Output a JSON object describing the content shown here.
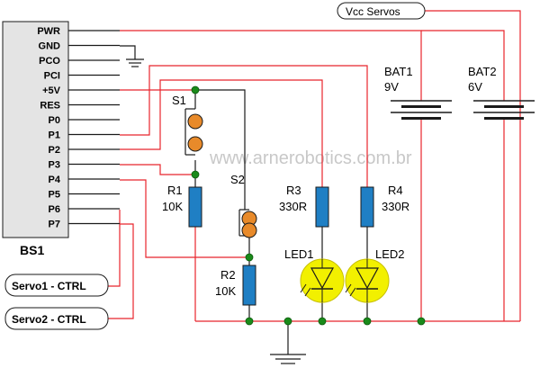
{
  "colors": {
    "wire_red": "#e8242c",
    "wire_black": "#1a1a1a",
    "node_green": "#1a8a1a",
    "resistor_blue": "#1f7fc4",
    "button_orange": "#e88a2a",
    "led_yellow": "#f2f000",
    "chip_fill": "#e4e4e4",
    "watermark": "#c8c8c8"
  },
  "chip": {
    "name": "BS1",
    "pins": [
      "PWR",
      "GND",
      "PCO",
      "PCI",
      "+5V",
      "RES",
      "P0",
      "P1",
      "P2",
      "P3",
      "P4",
      "P5",
      "P6",
      "P7"
    ]
  },
  "connectors": {
    "vcc_servos": "Vcc Servos",
    "servo1": "Servo1 - CTRL",
    "servo2": "Servo2 - CTRL"
  },
  "batteries": [
    {
      "label": "BAT1",
      "voltage": "9V"
    },
    {
      "label": "BAT2",
      "voltage": "6V"
    }
  ],
  "switches": [
    {
      "label": "S1"
    },
    {
      "label": "S2"
    }
  ],
  "resistors": [
    {
      "label": "R1",
      "value": "10K"
    },
    {
      "label": "R2",
      "value": "10K"
    },
    {
      "label": "R3",
      "value": "330R"
    },
    {
      "label": "R4",
      "value": "330R"
    }
  ],
  "leds": [
    {
      "label": "LED1"
    },
    {
      "label": "LED2"
    }
  ],
  "watermark": "www.arnerobotics.com.br"
}
